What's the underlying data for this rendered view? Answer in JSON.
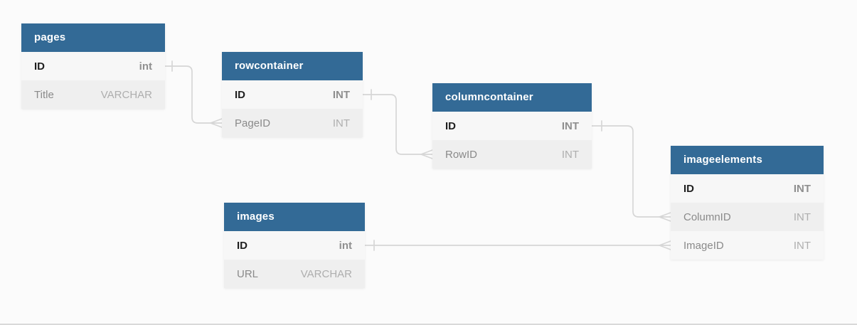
{
  "diagram": {
    "colors": {
      "table_header": "#336a96",
      "row_bg": "#f7f7f7",
      "row_bg_alt": "#efefef",
      "connector": "#d6d6d6",
      "canvas_bg": "#fbfbfb"
    },
    "tables": [
      {
        "name": "pages",
        "columns": [
          {
            "name": "ID",
            "type": "int",
            "primary_key": true
          },
          {
            "name": "Title",
            "type": "VARCHAR",
            "primary_key": false
          }
        ]
      },
      {
        "name": "rowcontainer",
        "columns": [
          {
            "name": "ID",
            "type": "INT",
            "primary_key": true
          },
          {
            "name": "PageID",
            "type": "INT",
            "primary_key": false
          }
        ]
      },
      {
        "name": "columncontainer",
        "columns": [
          {
            "name": "ID",
            "type": "INT",
            "primary_key": true
          },
          {
            "name": "RowID",
            "type": "INT",
            "primary_key": false
          }
        ]
      },
      {
        "name": "imageelements",
        "columns": [
          {
            "name": "ID",
            "type": "INT",
            "primary_key": true
          },
          {
            "name": "ColumnID",
            "type": "INT",
            "primary_key": false
          },
          {
            "name": "ImageID",
            "type": "INT",
            "primary_key": false
          }
        ]
      },
      {
        "name": "images",
        "columns": [
          {
            "name": "ID",
            "type": "int",
            "primary_key": true
          },
          {
            "name": "URL",
            "type": "VARCHAR",
            "primary_key": false
          }
        ]
      }
    ],
    "relationships": [
      {
        "from_table": "pages",
        "from_column": "ID",
        "to_table": "rowcontainer",
        "to_column": "PageID",
        "cardinality": "one-to-many"
      },
      {
        "from_table": "rowcontainer",
        "from_column": "ID",
        "to_table": "columncontainer",
        "to_column": "RowID",
        "cardinality": "one-to-many"
      },
      {
        "from_table": "columncontainer",
        "from_column": "ID",
        "to_table": "imageelements",
        "to_column": "ColumnID",
        "cardinality": "one-to-many"
      },
      {
        "from_table": "images",
        "from_column": "ID",
        "to_table": "imageelements",
        "to_column": "ImageID",
        "cardinality": "one-to-many"
      }
    ]
  }
}
